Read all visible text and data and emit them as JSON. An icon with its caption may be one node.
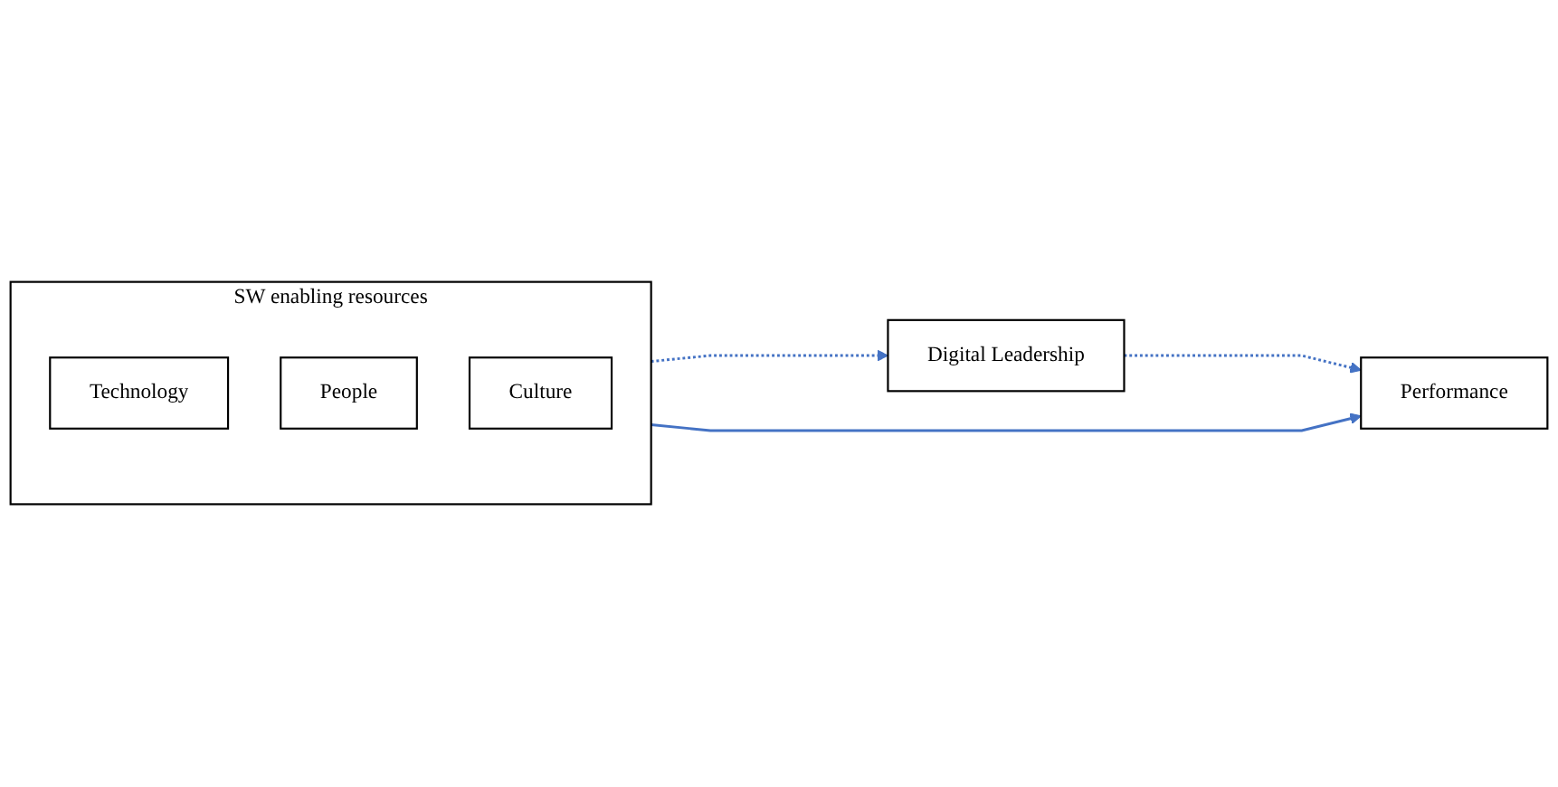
{
  "diagram": {
    "nodes": [
      {
        "text": [
          "SW enabling resources"
        ]
      },
      {
        "text": [
          "Technology"
        ],
        "in": 0
      },
      {
        "text": [
          "People"
        ],
        "in": 0
      },
      {
        "text": [
          "Culture"
        ],
        "in": 0
      },
      {
        "text": [
          "Digital Leadership"
        ]
      },
      {
        "text": [
          "Performance"
        ]
      }
    ],
    "edges": [
      {
        "from": 0,
        "to": 4,
        "arrow": "to",
        "style": "dashed"
      },
      {
        "from": 4,
        "to": 5,
        "arrow": "to",
        "style": "dashed"
      },
      {
        "from": 0,
        "to": 5,
        "arrow": "to"
      }
    ]
  }
}
